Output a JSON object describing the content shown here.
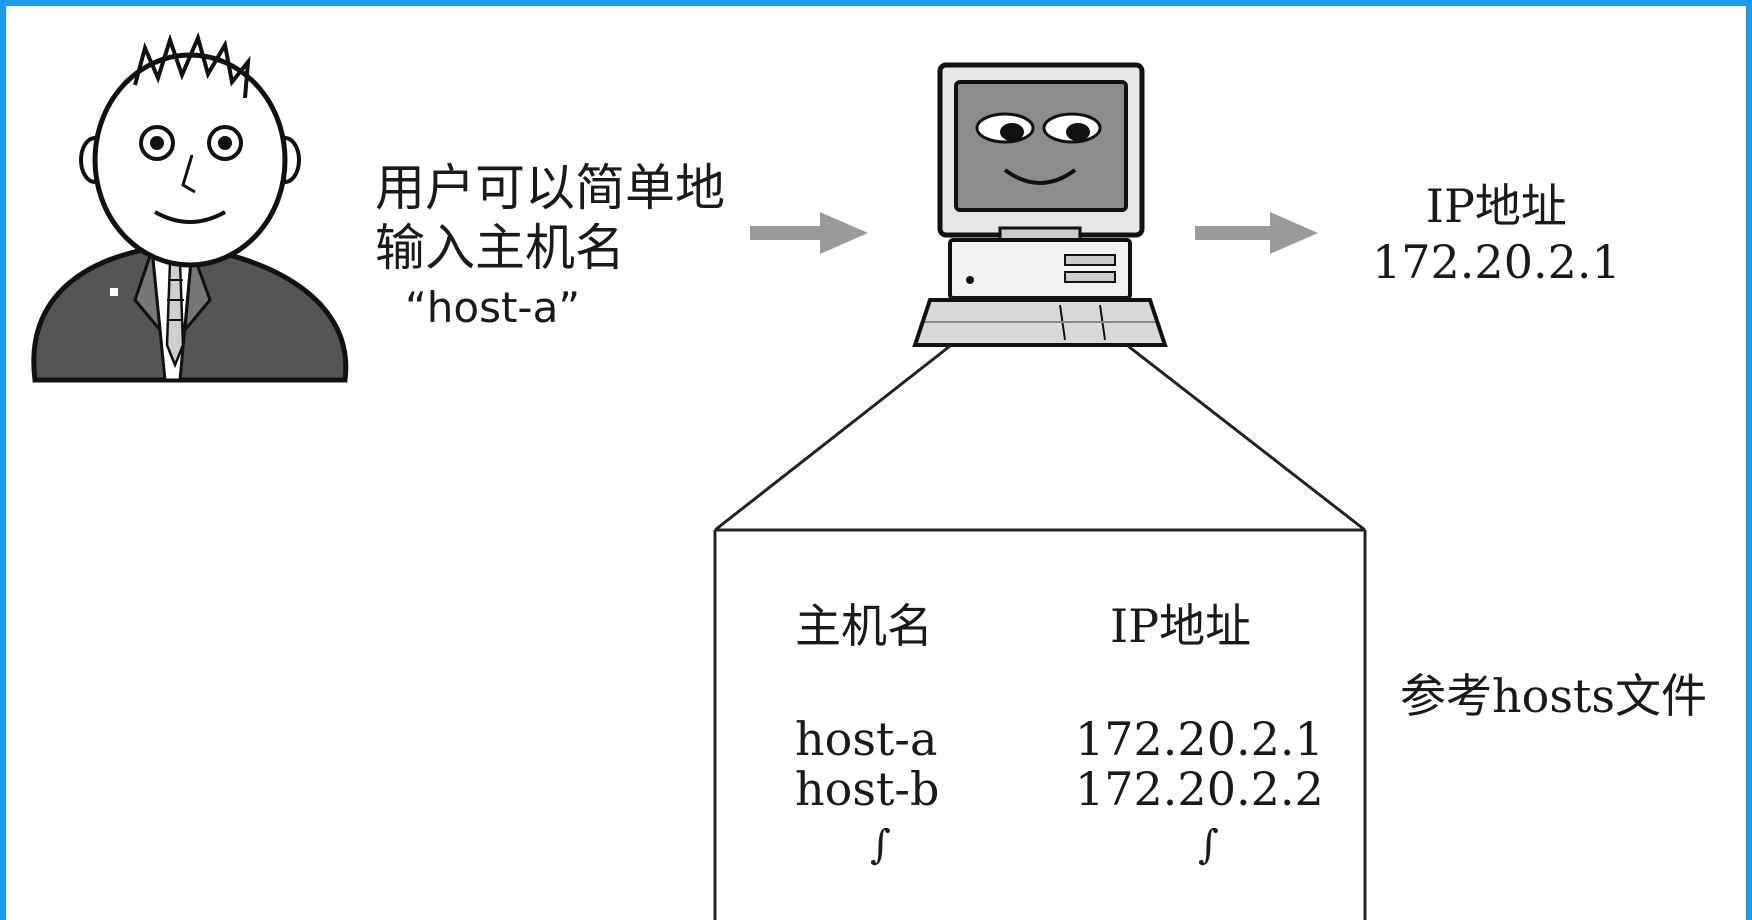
{
  "user_input": {
    "line1": "用户可以简单地",
    "line2": "输入主机名",
    "hostname_quoted": "“host-a”"
  },
  "resolved": {
    "label": "IP地址",
    "address": "172.20.2.1"
  },
  "hosts_table": {
    "col_host": "主机名",
    "col_ip": "IP地址",
    "rows": [
      {
        "host": "host-a",
        "ip": "172.20.2.1"
      },
      {
        "host": "host-b",
        "ip": "172.20.2.2"
      }
    ],
    "continuation": "∫"
  },
  "hosts_caption": "参考hosts文件",
  "colors": {
    "frame": "#1e9be8",
    "arrow": "#9a9a9a",
    "suit": "#555555",
    "screen": "#8c8c8c"
  },
  "icons": [
    "user-icon",
    "computer-icon"
  ]
}
